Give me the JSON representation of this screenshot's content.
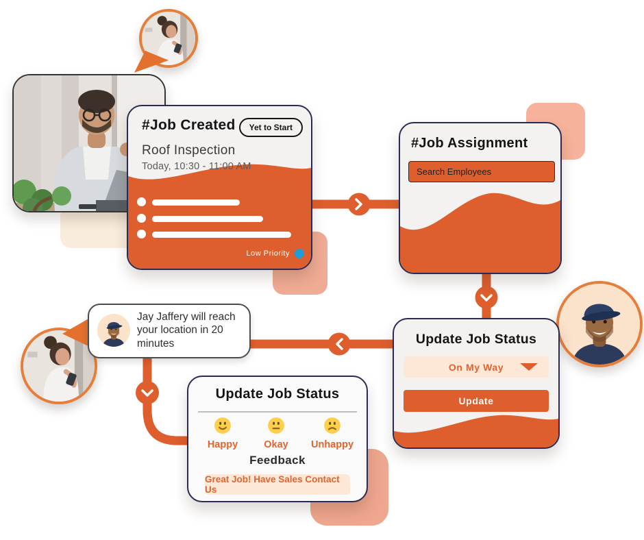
{
  "job_created": {
    "title": "#Job Created",
    "status_badge": "Yet to Start",
    "job_name": "Roof Inspection",
    "schedule": "Today, 10:30 - 11:00 AM",
    "priority_label": "Low Priority"
  },
  "job_assignment": {
    "title": "#Job Assignment",
    "search_placeholder": "Search Employees"
  },
  "job_status": {
    "title": "Update Job Status",
    "status_value": "On My Way",
    "update_label": "Update"
  },
  "notification": {
    "message": "Jay Jaffery will reach your location in 20 minutes"
  },
  "feedback": {
    "title": "Update Job Status",
    "options": [
      {
        "icon": "happy-emoji-icon",
        "label": "Happy"
      },
      {
        "icon": "okay-emoji-icon",
        "label": "Okay"
      },
      {
        "icon": "unhappy-emoji-icon",
        "label": "Unhappy"
      }
    ],
    "section_label": "Feedback",
    "banner": "Great Job! Have Sales Contact Us"
  },
  "icons": {
    "chevron_right": "❯",
    "chevron_left": "❮",
    "chevron_down": "⌄",
    "dropdown_arrow": "▼"
  },
  "colors": {
    "orange_primary": "#DE5F2D",
    "orange_ring": "#E67E3B",
    "navy_border": "#2A2A52",
    "salmon_shape": "#F2AE97",
    "peach_light": "#FDE8D8",
    "cream_light": "#FAECDC",
    "card_bg": "#F4F2F1",
    "low_priority_blue": "#1F9CD6",
    "emoji_yellow": "#FFCE4D"
  }
}
